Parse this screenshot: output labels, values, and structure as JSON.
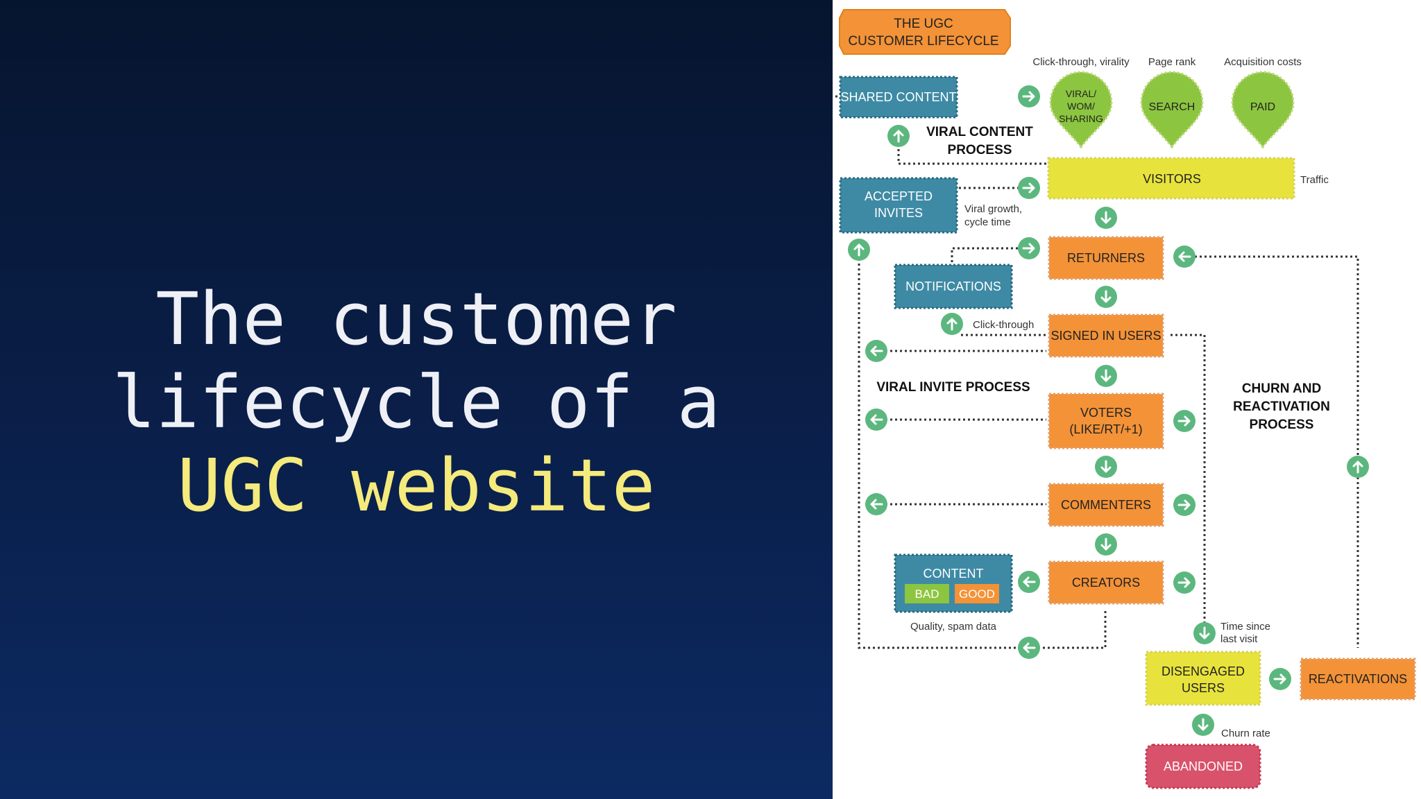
{
  "slide": {
    "title_line1": "The customer",
    "title_line2": "lifecycle of a",
    "title_highlight": "UGC website",
    "title_color": "#eef0f6",
    "highlight_color": "#f5ea7c",
    "background_color": "#0a1f4a"
  },
  "diagram": {
    "colors": {
      "orange": "#f39237",
      "teal": "#3e8aa5",
      "yellow": "#e8e33c",
      "green": "#8cc53f",
      "red": "#d9526b",
      "arrow": "#5cb77f"
    },
    "header": {
      "line1": "THE UGC",
      "line2": "CUSTOMER LIFECYCLE"
    },
    "channels": [
      {
        "caption": "Click-through, virality",
        "lines": [
          "VIRAL/",
          "WOM/",
          "SHARING"
        ]
      },
      {
        "caption": "Page rank",
        "lines": [
          "SEARCH"
        ]
      },
      {
        "caption": "Acquisition costs",
        "lines": [
          "PAID"
        ]
      }
    ],
    "nodes": {
      "shared_content": "SHARED CONTENT",
      "accepted_invites_1": "ACCEPTED",
      "accepted_invites_2": "INVITES",
      "notifications": "NOTIFICATIONS",
      "visitors": "VISITORS",
      "returners": "RETURNERS",
      "signed_in": "SIGNED IN USERS",
      "voters_1": "VOTERS",
      "voters_2": "(LIKE/RT/+1)",
      "commenters": "COMMENTERS",
      "creators": "CREATORS",
      "content": "CONTENT",
      "bad": "BAD",
      "good": "GOOD",
      "disengaged_1": "DISENGAGED",
      "disengaged_2": "USERS",
      "reactivations": "REACTIVATIONS",
      "abandoned": "ABANDONED"
    },
    "process_labels": {
      "viral_content_1": "VIRAL CONTENT",
      "viral_content_2": "PROCESS",
      "viral_invite": "VIRAL INVITE PROCESS",
      "churn_1": "CHURN AND",
      "churn_2": "REACTIVATION",
      "churn_3": "PROCESS"
    },
    "annotations": {
      "traffic": "Traffic",
      "viral_growth_1": "Viral growth,",
      "viral_growth_2": "cycle time",
      "click_through": "Click-through",
      "quality": "Quality, spam data",
      "time_since_1": "Time since",
      "time_since_2": "last visit",
      "churn_rate": "Churn rate"
    }
  }
}
